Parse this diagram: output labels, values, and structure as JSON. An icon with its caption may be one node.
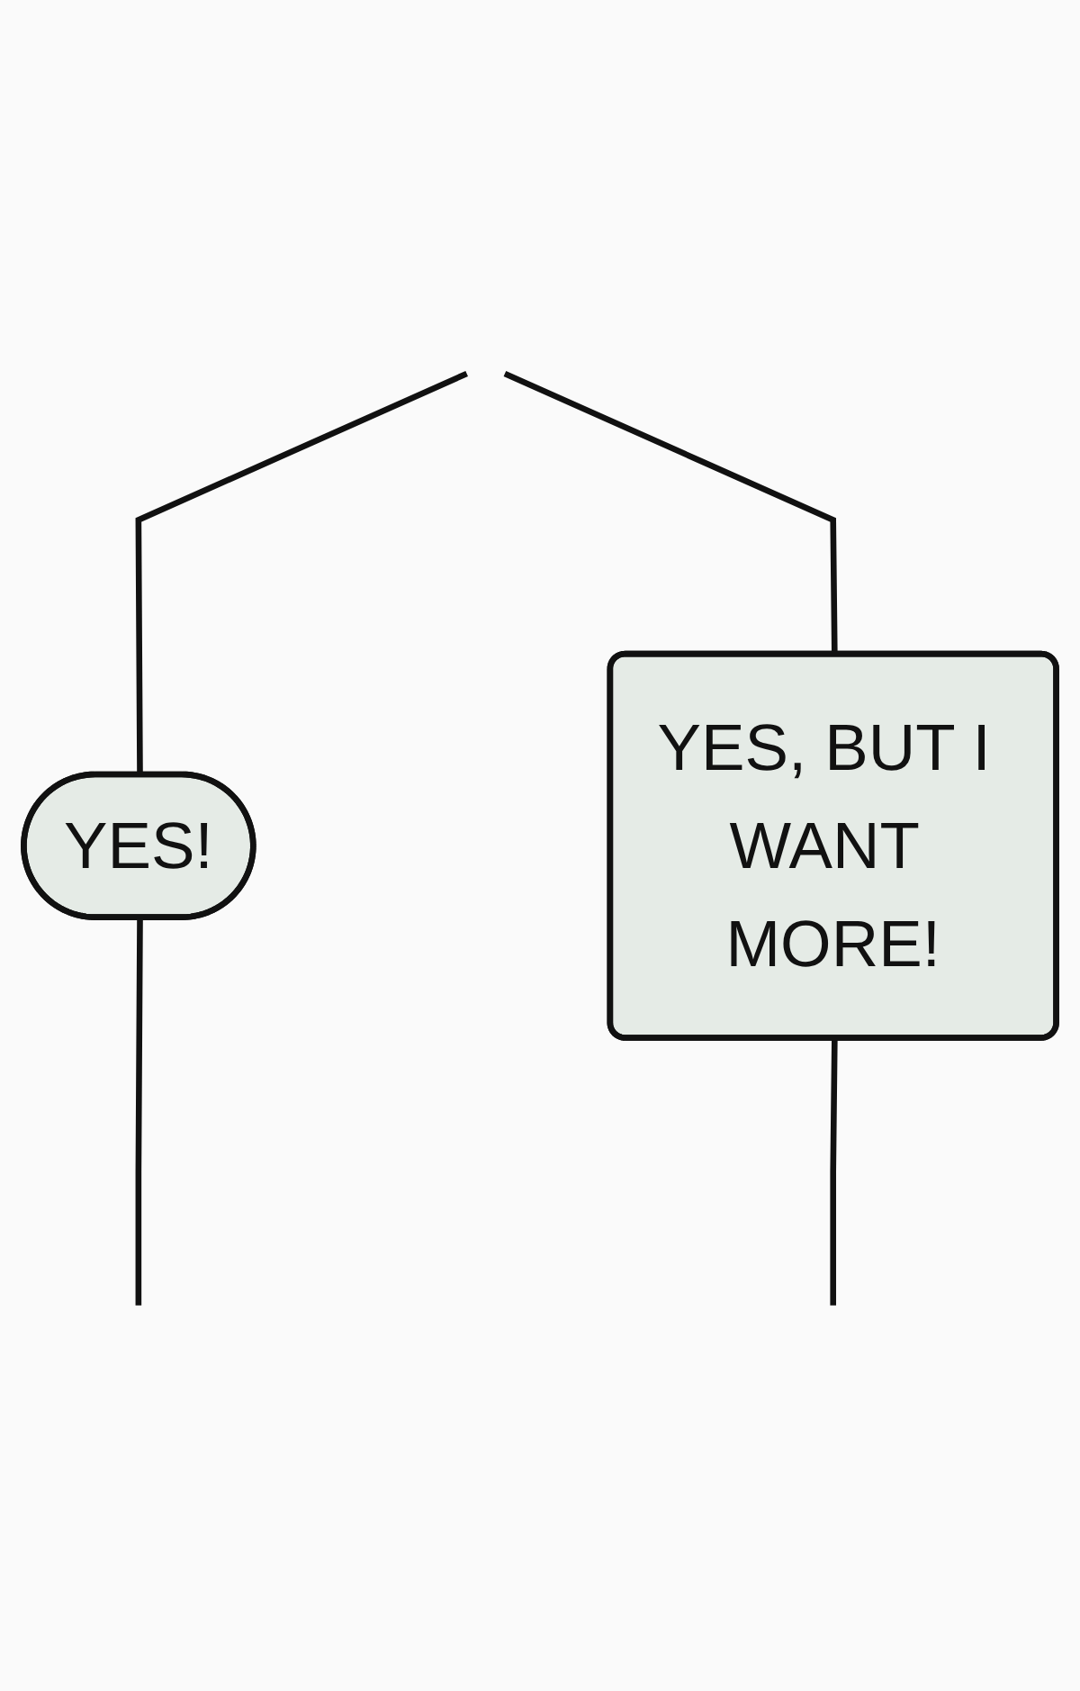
{
  "diagram": {
    "nodes": [
      {
        "text": [
          "YES!"
        ]
      },
      {
        "text": [
          "YES, BUT I WANT MORE!"
        ]
      }
    ],
    "edges": [
      {
        "from": null,
        "to": 0,
        "arrow": "none"
      },
      {
        "from": null,
        "to": 1,
        "arrow": "none"
      },
      {
        "from": 0,
        "to": null,
        "arrow": "none"
      },
      {
        "from": 1,
        "to": null,
        "arrow": "none"
      }
    ]
  }
}
